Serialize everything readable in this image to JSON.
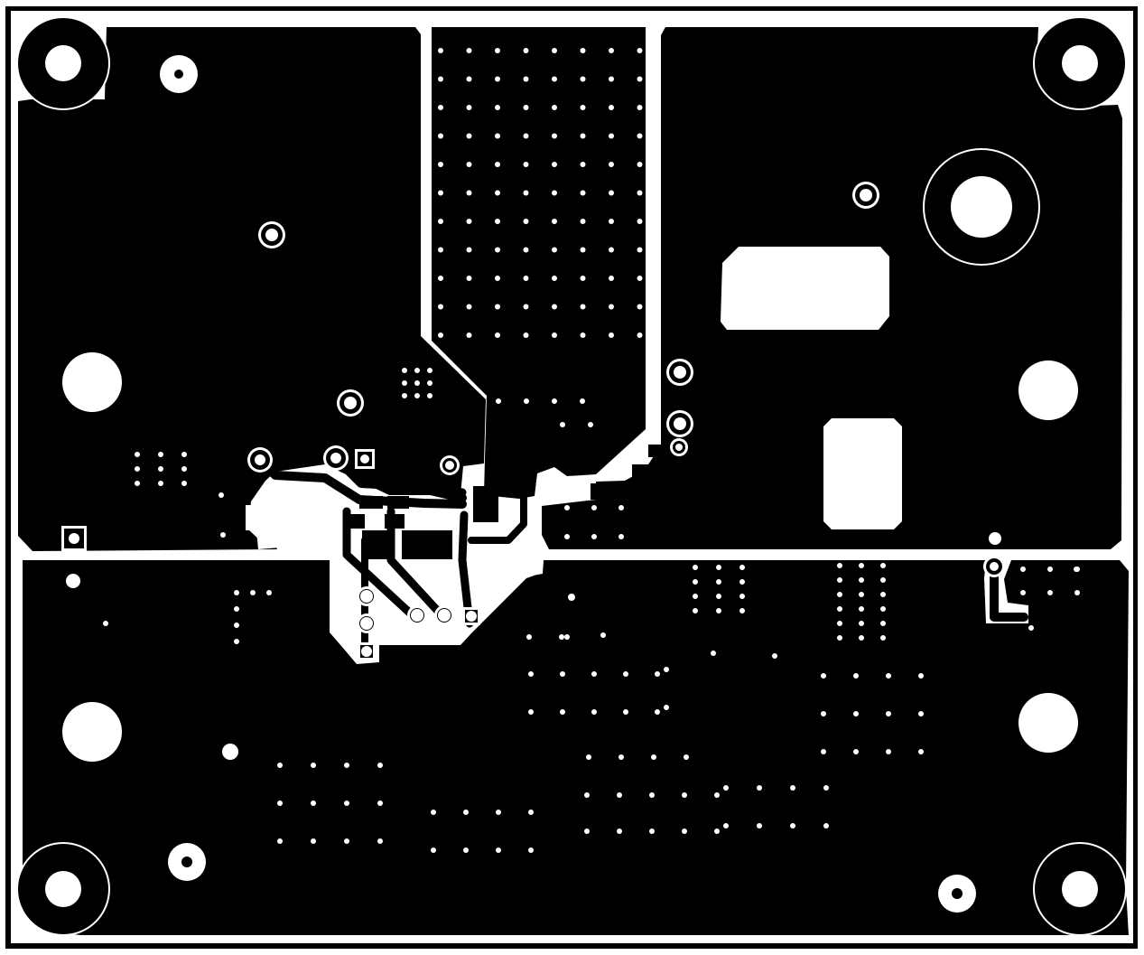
{
  "title": "",
  "figure": {
    "kind": "pcb-copper-layer",
    "foreground": "#000000",
    "background": "#ffffff",
    "copper_regions": [
      "top-left-pour",
      "top-center-channel",
      "top-right-pour",
      "bottom-pour"
    ],
    "mounting_holes": 4,
    "large_holes": 5,
    "labels": []
  }
}
